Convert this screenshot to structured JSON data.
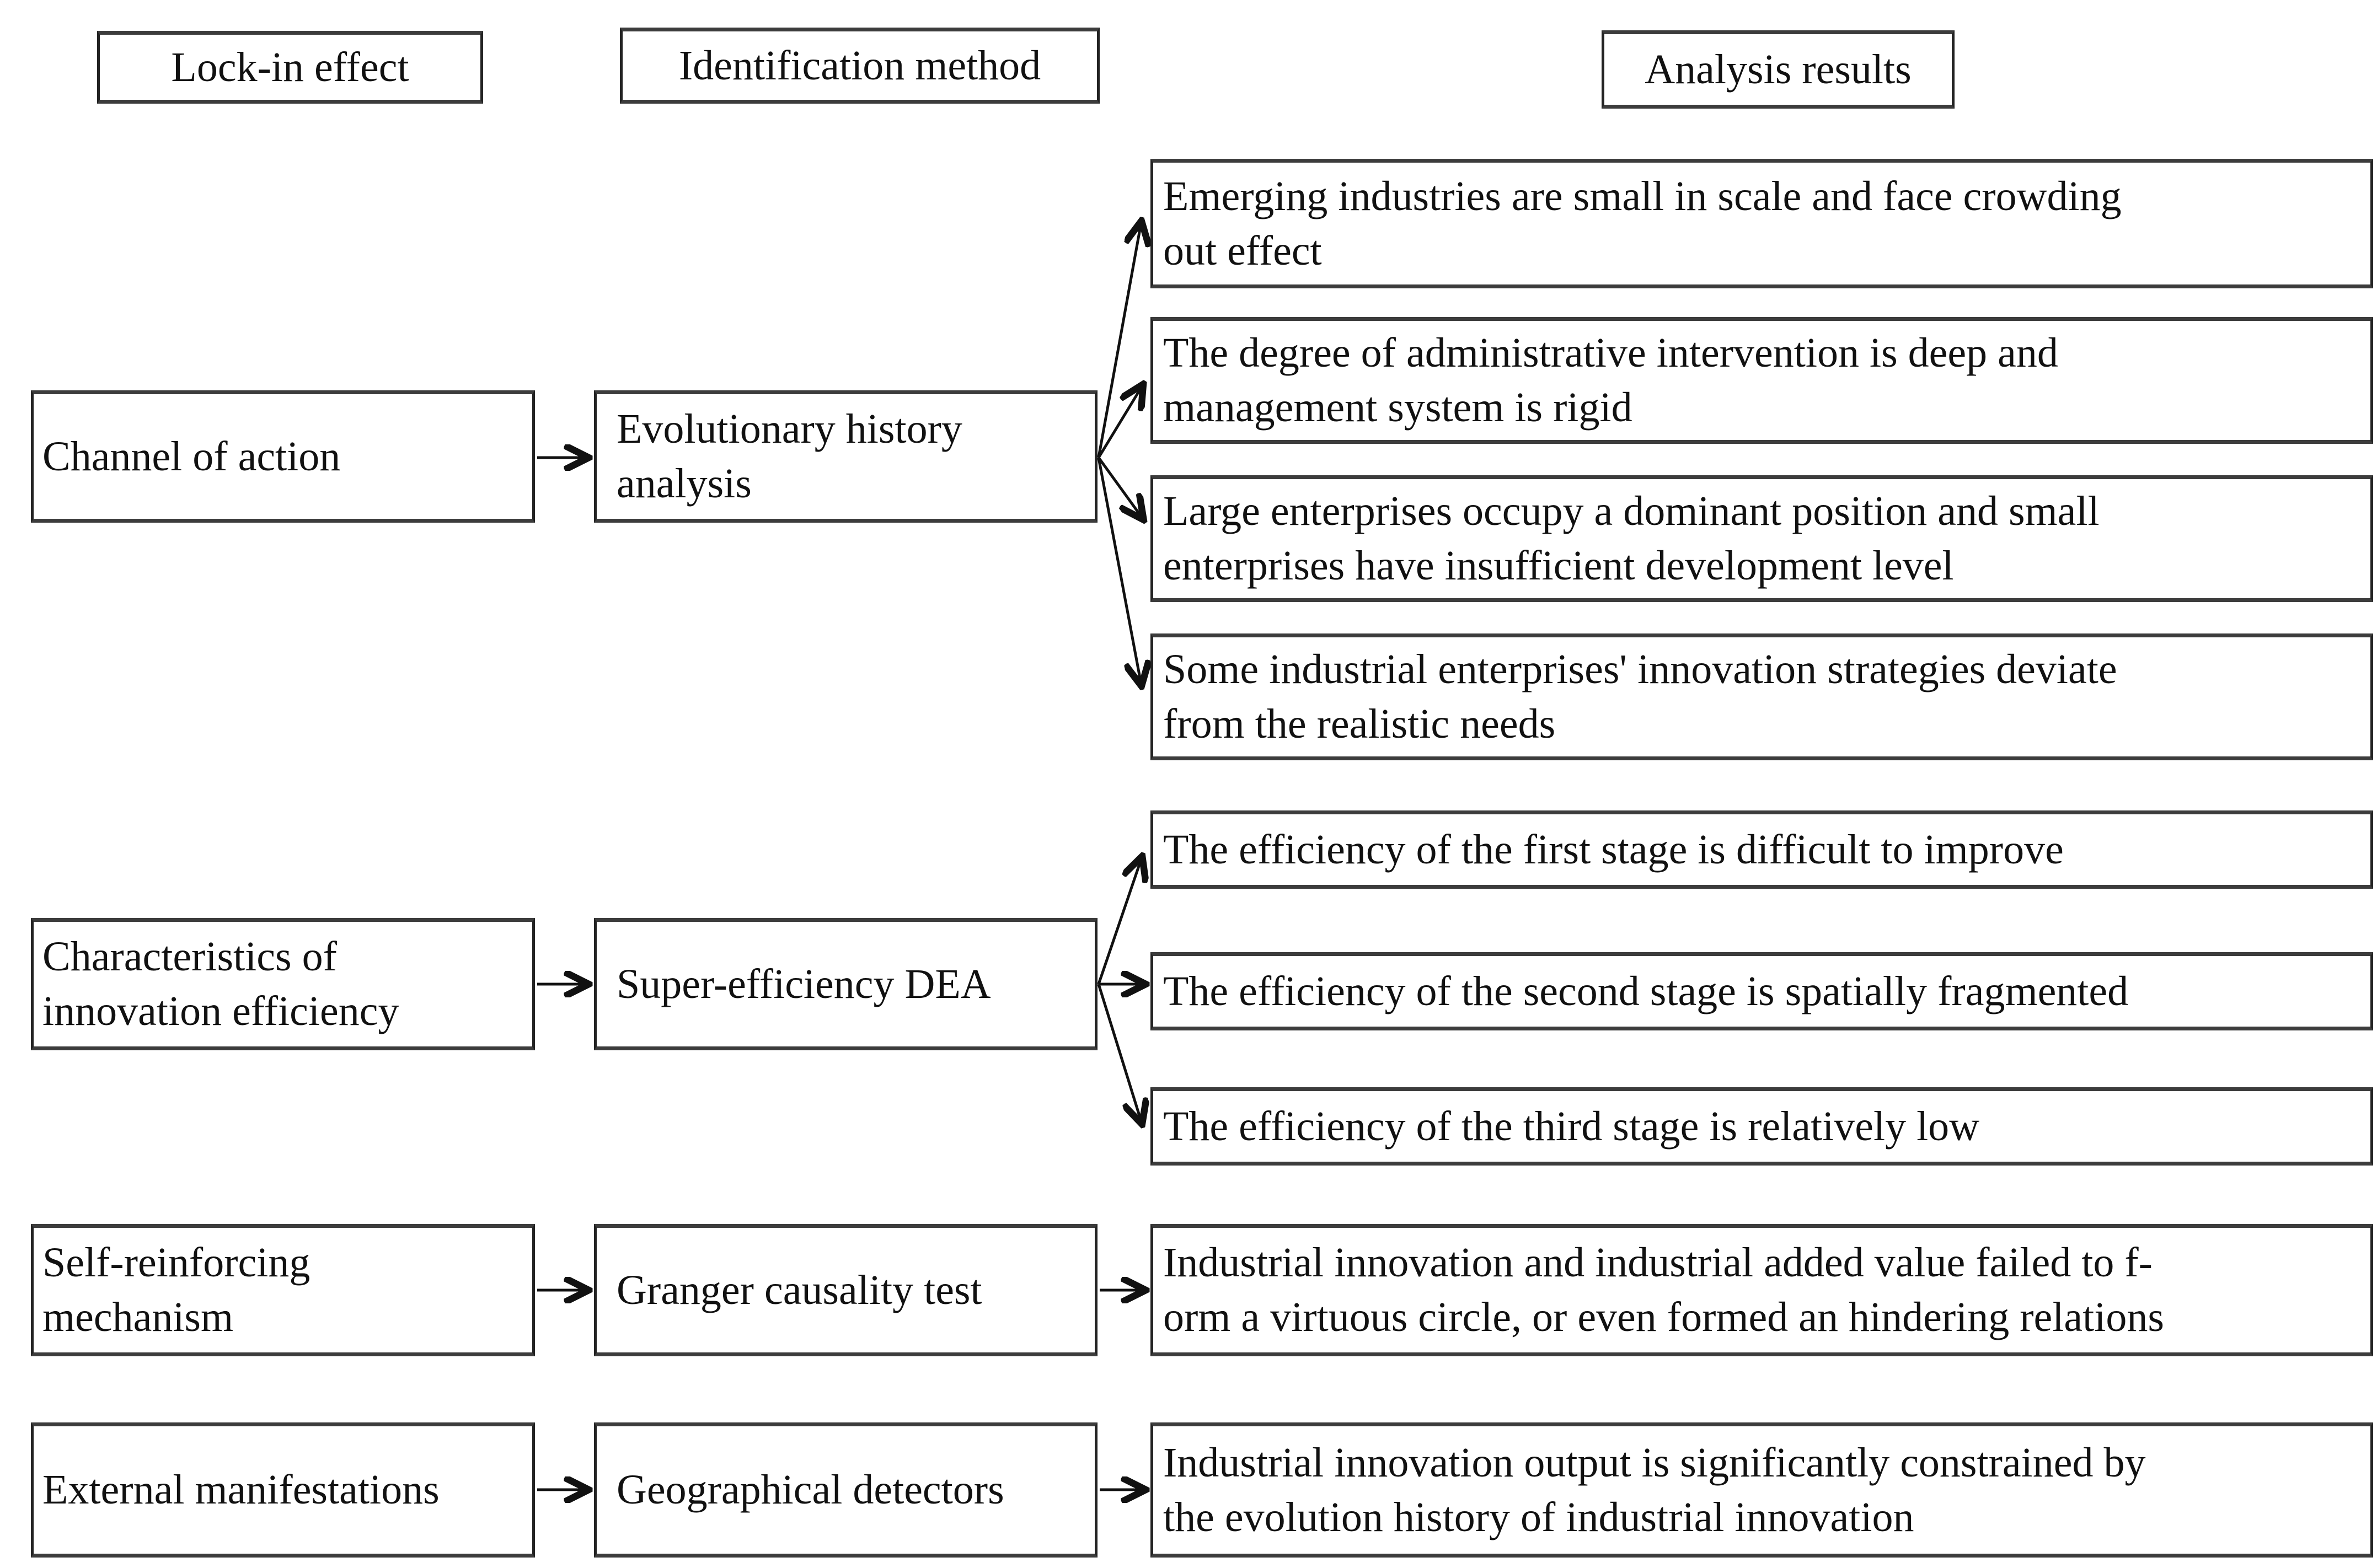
{
  "figure": {
    "type": "flowchart",
    "columns": [
      "Lock-in effect",
      "Identification method",
      "Analysis results"
    ]
  },
  "headers": [
    {
      "label": "Lock-in effect"
    },
    {
      "label": "Identification method"
    },
    {
      "label": "Analysis results"
    }
  ],
  "rows": [
    {
      "effect": "Channel of action",
      "method": "Evolutionary history\nanalysis",
      "results": [
        "Emerging industries are small in scale and face crowding\nout effect",
        "The degree of administrative intervention is deep and\nmanagement system is rigid",
        "Large enterprises occupy a dominant position and small\nenterprises have insufficient development level",
        "Some industrial enterprises' innovation strategies deviate\nfrom the realistic needs"
      ]
    },
    {
      "effect": "Characteristics of\ninnovation efficiency",
      "method": "Super-efficiency DEA",
      "results": [
        "The efficiency of the first stage is difficult to improve",
        "The efficiency of the second stage is spatially fragmented",
        "The efficiency of the third stage is relatively low"
      ]
    },
    {
      "effect": "Self-reinforcing\nmechanism",
      "method": "Granger causality test",
      "results": [
        "Industrial innovation and industrial added value failed to f-\norm a virtuous circle, or even formed an hindering relations"
      ]
    },
    {
      "effect": "External manifestations",
      "method": "Geographical detectors",
      "results": [
        "Industrial innovation output is significantly constrained by\nthe evolution history of industrial innovation"
      ]
    }
  ],
  "colors": {
    "background": "#ffffff",
    "text": "#111111",
    "border": "#232323",
    "arrow": "#111111"
  }
}
